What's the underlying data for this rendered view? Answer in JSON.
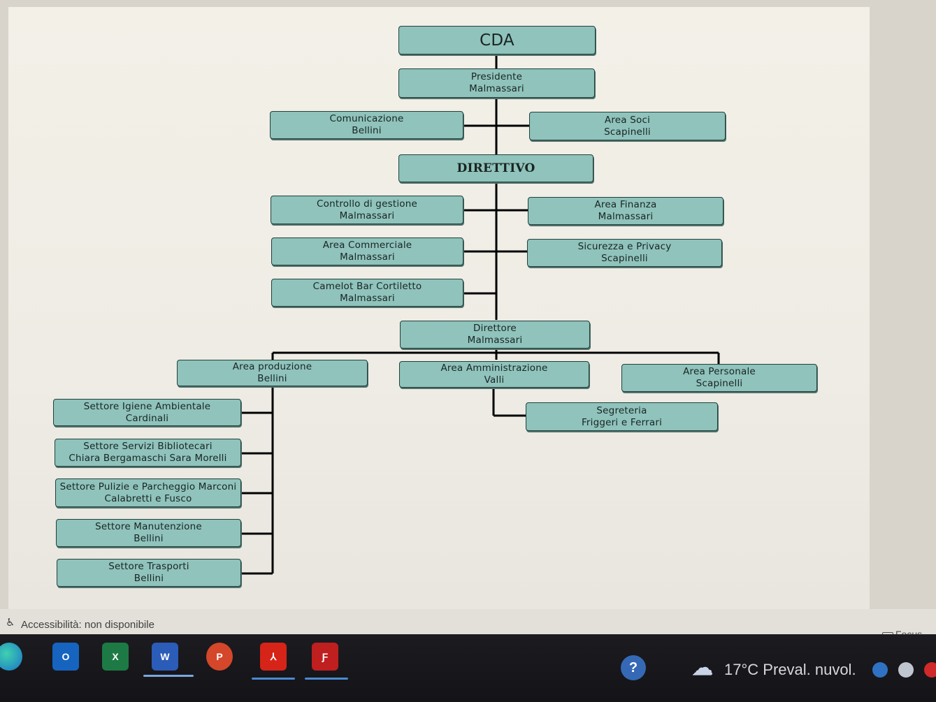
{
  "org_chart": {
    "cda": [
      "CDA"
    ],
    "presidente": [
      "Presidente",
      "Malmassari"
    ],
    "comunicazione": [
      "Comunicazione",
      "Bellini"
    ],
    "area_soci": [
      "Area Soci",
      "Scapinelli"
    ],
    "direttivo": [
      "DIRETTIVO"
    ],
    "controllo_gestione": [
      "Controllo di gestione",
      "Malmassari"
    ],
    "area_finanza": [
      "Area Finanza",
      "Malmassari"
    ],
    "area_commerciale": [
      "Area Commerciale",
      "Malmassari"
    ],
    "sicurezza_privacy": [
      "Sicurezza e Privacy",
      "Scapinelli"
    ],
    "camelot_bar": [
      "Camelot Bar Cortiletto",
      "Malmassari"
    ],
    "direttore": [
      "Direttore",
      "Malmassari"
    ],
    "area_produzione": [
      "Area produzione",
      "Bellini"
    ],
    "area_amministrazione": [
      "Area Amministrazione",
      "Valli"
    ],
    "area_personale": [
      "Area Personale",
      "Scapinelli"
    ],
    "segreteria": [
      "Segreteria",
      "Friggeri e Ferrari"
    ],
    "settore_igiene": [
      "Settore Igiene Ambientale",
      "Cardinali"
    ],
    "settore_biblioteche": [
      "Settore Servizi Bibliotecari",
      "Chiara Bergamaschi Sara Morelli"
    ],
    "settore_pulizie": [
      "Settore Pulizie e Parcheggio Marconi",
      "Calabretti e Fusco"
    ],
    "settore_manutenzione": [
      "Settore Manutenzione",
      "Bellini"
    ],
    "settore_trasporti": [
      "Settore Trasporti",
      "Bellini"
    ]
  },
  "status_bar": {
    "accessibility": "Accessibilità: non disponibile",
    "focus": "Focus"
  },
  "taskbar": {
    "apps": [
      "edge-icon",
      "outlook-icon",
      "excel-icon",
      "word-icon",
      "powerpoint-icon",
      "acrobat-icon",
      "filezilla-icon"
    ],
    "outlook_letter": "O",
    "excel_letter": "X",
    "word_letter": "W",
    "powerpoint_letter": "P",
    "weather": "17°C  Preval. nuvol."
  },
  "colors": {
    "box_fill": "#8fc3bc",
    "box_border": "#22403c",
    "connector": "#000000",
    "taskbar": "#18171b"
  }
}
